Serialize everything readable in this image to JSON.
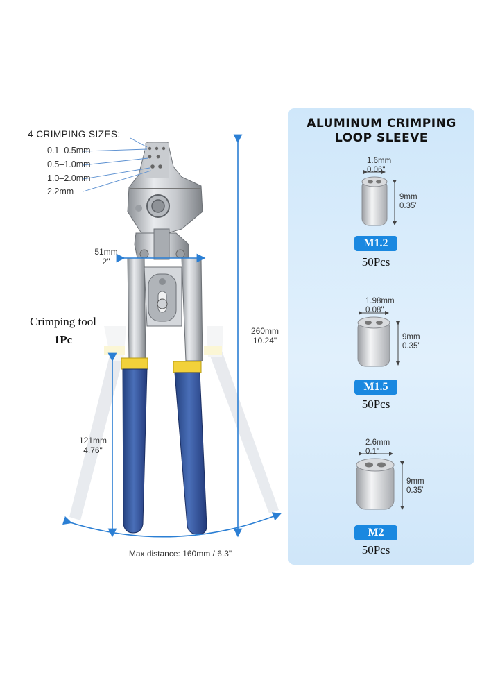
{
  "crimping": {
    "title": "4 CRIMPING SIZES:",
    "sizes": [
      "0.1–0.5mm",
      "0.5–1.0mm",
      "1.0–2.0mm",
      "2.2mm"
    ]
  },
  "dimensions": {
    "jaw_mm": "51mm",
    "jaw_in": "2\"",
    "length_mm": "260mm",
    "length_in": "10.24\"",
    "handle_mm": "121mm",
    "handle_in": "4.76\"",
    "max_distance": "Max distance: 160mm / 6.3\""
  },
  "tool": {
    "name": "Crimping tool",
    "qty": "1Pc"
  },
  "panel": {
    "title_line1": "ALUMINUM CRIMPING",
    "title_line2": "LOOP SLEEVE",
    "items": [
      {
        "width_mm": "1.6mm",
        "width_in": "0.06\"",
        "len_mm": "9mm",
        "len_in": "0.35\"",
        "label": "M1.2",
        "qty": "50Pcs"
      },
      {
        "width_mm": "1.98mm",
        "width_in": "0.08\"",
        "len_mm": "9mm",
        "len_in": "0.35\"",
        "label": "M1.5",
        "qty": "50Pcs"
      },
      {
        "width_mm": "2.6mm",
        "width_in": "0.1\"",
        "len_mm": "9mm",
        "len_in": "0.35\"",
        "label": "M2",
        "qty": "50Pcs"
      }
    ]
  },
  "colors": {
    "badge": "#1a88e0",
    "panel": "#d6ebfb",
    "handle": "#3a5aa0",
    "accent": "#f2d13a",
    "guide": "#2b7fd4"
  }
}
